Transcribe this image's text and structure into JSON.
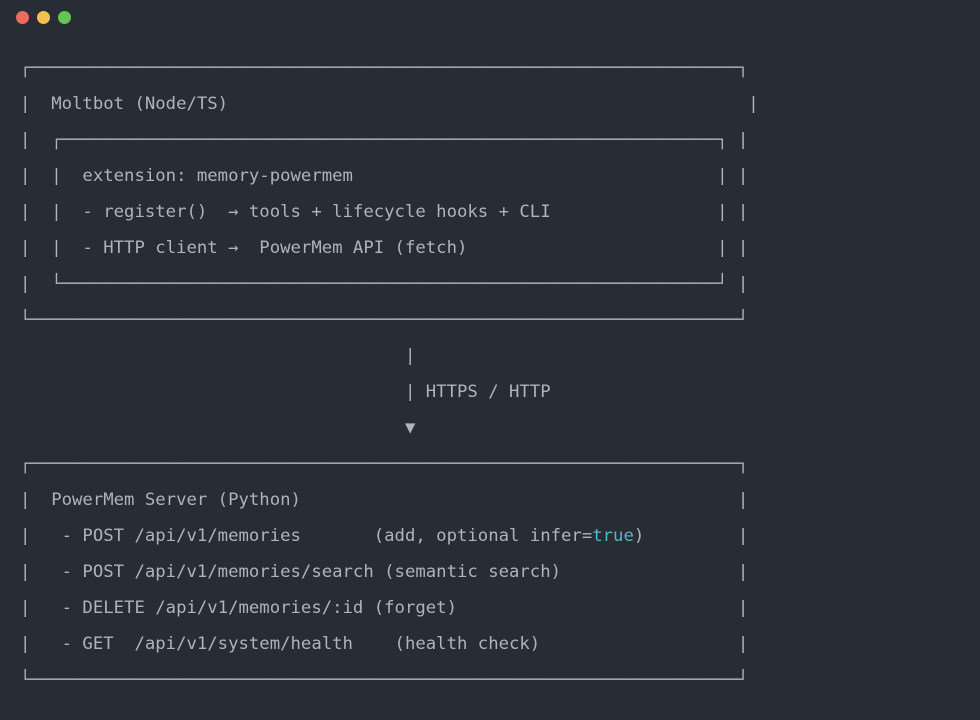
{
  "window": {
    "traffic_lights": {
      "close_color": "#ec6a5e",
      "minimize_color": "#f4bf50",
      "zoom_color": "#62c554"
    }
  },
  "colors": {
    "background": "#282c34",
    "foreground": "#adb3bf",
    "accent_cyan": "#56b6c2"
  },
  "diagram": {
    "top_box_title": "Moltbot (Node/TS)",
    "inner_box_title": "extension: memory-powermem",
    "connector_label": "HTTPS / HTTP",
    "bottom_box_title": "PowerMem Server (Python)",
    "lines": [
      "┌────────────────────────────────────────────────────────────────────┐",
      "|  Moltbot (Node/TS)                                                  |",
      "|  ┌───────────────────────────────────────────────────────────────┐ |",
      "|  |  extension: memory-powermem                                   | |",
      "|  |  - register()  → tools + lifecycle hooks + CLI                | |",
      "|  |  - HTTP client →  PowerMem API (fetch)                        | |",
      "|  └───────────────────────────────────────────────────────────────┘ |",
      "└────────────────────────────────────────────────────────────────────┘",
      "                                     |",
      "                                     | HTTPS / HTTP",
      "                                     ▼",
      "┌────────────────────────────────────────────────────────────────────┐",
      "|  PowerMem Server (Python)                                          |",
      "",
      "|   - POST /api/v1/memories/search (semantic search)                 |",
      "|   - DELETE /api/v1/memories/:id (forget)                           |",
      "|   - GET  /api/v1/system/health    (health check)                   |",
      "└────────────────────────────────────────────────────────────────────┘"
    ],
    "infer_line": {
      "before": "|   - POST /api/v1/memories       (add, optional infer=",
      "highlight": "true",
      "after": ")         |"
    }
  }
}
